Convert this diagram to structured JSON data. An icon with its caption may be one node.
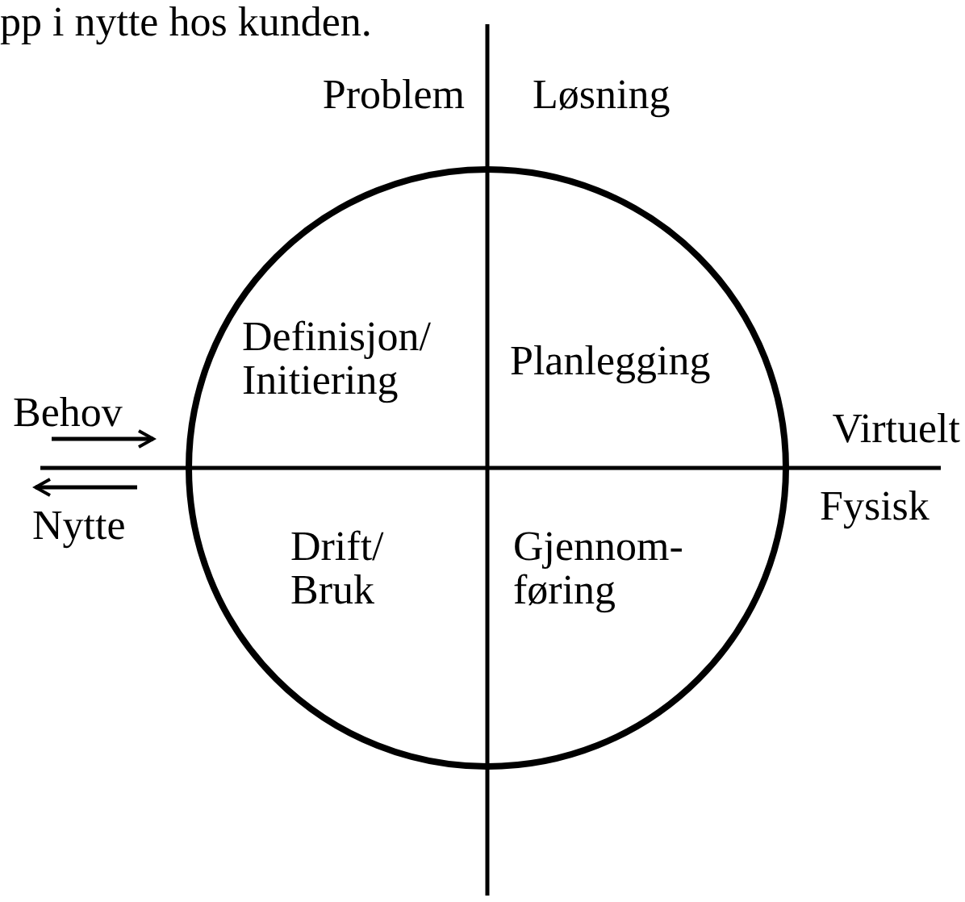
{
  "diagram": {
    "labels": [
      "pp i nytte hos kunden.",
      "Problem",
      "Løsning",
      "Definisjon/ Initiering",
      "Planlegging",
      "Behov",
      "Virtuelt",
      "Nytte",
      "Fysisk",
      "Drift/ Bruk",
      "Gjennom- føring"
    ]
  }
}
